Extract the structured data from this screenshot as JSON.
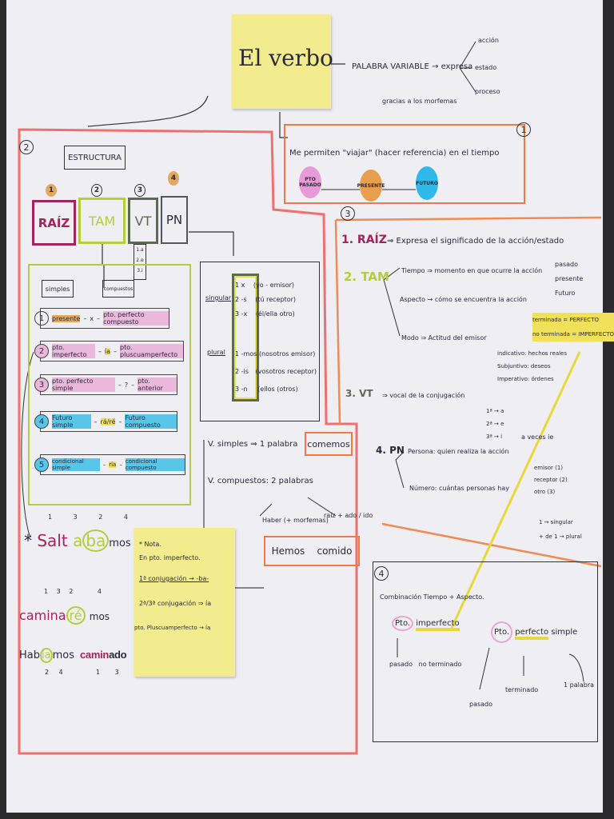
{
  "title": "El verbo",
  "definition": {
    "main": "PALABRA VARIABLE",
    "arrow_text": "expresa",
    "note": "gracias a los morfemas",
    "expresses": [
      "acción",
      "estado",
      "proceso"
    ]
  },
  "section1": {
    "number": "1",
    "text": "Me permiten \"viajar\" (hacer referencia) en el tiempo",
    "times": [
      {
        "label": "PTO PASADO",
        "color": "#e79ad6"
      },
      {
        "label": "PRESENTE",
        "color": "#e8a04e"
      },
      {
        "label": "FUTURO",
        "color": "#2fb9ea"
      }
    ]
  },
  "section2": {
    "number": "2",
    "heading": "ESTRUCTURA",
    "blocks": [
      {
        "n": "1",
        "label": "RAÍZ",
        "color": "#a3245a"
      },
      {
        "n": "2",
        "label": "TAM",
        "color": "#b7cc3c"
      },
      {
        "n": "3",
        "label": "VT",
        "color": "#5c6a52"
      },
      {
        "n": "4",
        "label": "PN",
        "color": "#55555f"
      }
    ],
    "vt_vowels": [
      "1.a",
      "2.e",
      "3.i"
    ],
    "tense_headers": [
      "simples",
      "compuestos"
    ],
    "tenses": [
      {
        "n": "1",
        "simple": "presente",
        "marker": "x",
        "compound": "pto. perfecto compuesto"
      },
      {
        "n": "2",
        "simple": "pto. imperfecto",
        "marker": "ía",
        "compound": "pto. pluscuamperfecto"
      },
      {
        "n": "3",
        "simple": "pto. perfecto simple",
        "marker": "?",
        "compound": "pto. anterior"
      },
      {
        "n": "4",
        "simple": "Futuro simple",
        "marker": "rá/ré",
        "compound": "Futuro compuesto"
      },
      {
        "n": "5",
        "simple": "condicional simple",
        "marker": "ría",
        "compound": "condicional compuesto"
      }
    ],
    "persons": {
      "singular_label": "singular",
      "plural_label": "plural",
      "singular": [
        {
          "p": "1",
          "m": "x",
          "who": "(yo - emisor)"
        },
        {
          "p": "2",
          "m": "-s",
          "who": "(tú receptor)"
        },
        {
          "p": "3",
          "m": "-x",
          "who": "(él/ella otro)"
        }
      ],
      "plural": [
        {
          "p": "1",
          "m": "-mos",
          "who": "(nosotros emisor)"
        },
        {
          "p": "2",
          "m": "-is",
          "who": "(vosotros receptor)"
        },
        {
          "p": "3",
          "m": "-n",
          "who": "(ellos (otros)"
        }
      ]
    },
    "verb_types": {
      "simple": "V. simples ⇒ 1 palabra",
      "simple_example": "comemos",
      "compound": "V. compuestos: 2 palabras",
      "compound_left": "Haber (+ morfemas)",
      "compound_right": "raíz + ado / ido",
      "compound_example": [
        "Hemos",
        "comido"
      ]
    },
    "examples": {
      "ex1": {
        "parts": [
          "Salt",
          "a",
          "ba",
          "mos"
        ],
        "numbers": [
          "1",
          "3",
          "2",
          "4"
        ]
      },
      "ex2": {
        "parts": [
          "camina",
          "ré",
          "mos"
        ],
        "numbers": [
          "1",
          "3",
          "2",
          "4"
        ]
      },
      "ex3": {
        "parts": [
          "Hab",
          "ía",
          "mos"
        ],
        "numbers": [
          "2",
          "4"
        ]
      },
      "ex4": {
        "parts": [
          "camin",
          "ado"
        ],
        "numbers": [
          "1",
          "3"
        ]
      }
    },
    "sticky_note": [
      "* Nota.",
      "En pto. imperfecto.",
      "1ª conjugación → -ba-",
      "2ª/3ª conjugación ⇒ ía",
      "pto. Pluscuamperfecto → ía"
    ]
  },
  "section3": {
    "number": "3",
    "raiz": {
      "label": "1. RAÍZ",
      "text": "⇒ Expresa el significado de la acción/estado"
    },
    "tam": {
      "label": "2. TAM",
      "tiempo": "Tiempo ⇒ momento en que ocurre la acción",
      "tiempo_values": [
        "pasado",
        "presente",
        "Futuro"
      ],
      "aspecto": "Aspecto → cómo se encuentra la acción",
      "aspecto_values": [
        "terminada = PERFECTO",
        "no terminada = IMPERFECTO"
      ],
      "modo": "Modo ⇒ Actitud del emisor",
      "modo_values": [
        "indicativo: hechos reales",
        "Subjuntivo: deseos",
        "Imperativo: órdenes"
      ]
    },
    "vt": {
      "label": "3. VT",
      "text": "⇒ vocal de la conjugación",
      "values": [
        "1ª → a",
        "2ª → e",
        "3ª → i"
      ],
      "note": "a veces ie"
    },
    "pn": {
      "label": "4. PN",
      "persona": "Persona: quien realiza la acción",
      "persona_values": [
        "emisor (1)",
        "receptor (2)",
        "otro (3)"
      ],
      "numero": "Número: cuántas personas hay",
      "numero_values": [
        "1 → singular",
        "+ de 1 → plural"
      ]
    }
  },
  "section4": {
    "number": "4",
    "heading": "Combinación Tiempo + Aspecto.",
    "left": {
      "pto": "Pto.",
      "term": "imperfecto",
      "meaning": [
        "pasado",
        "no terminado"
      ]
    },
    "right": {
      "pto": "Pto.",
      "term": "perfecto",
      "term2": "simple",
      "meaning": [
        "pasado",
        "terminado",
        "1 palabra"
      ]
    }
  }
}
